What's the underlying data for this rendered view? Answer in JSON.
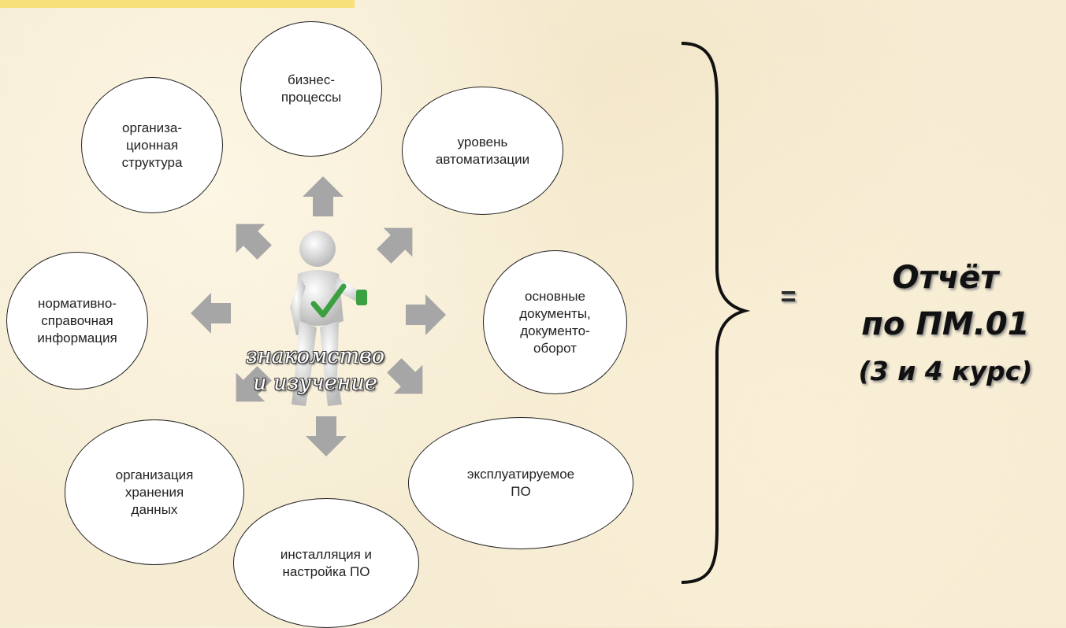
{
  "bubbles": {
    "business": "бизнес-\nпроцессы",
    "org_structure": "организа-\nционная\nструктура",
    "automation": "уровень\nавтоматизации",
    "normative": "нормативно-\nсправочная\nинформация",
    "documents": "основные\nдокументы,\nдокументо-\nоборот",
    "data_storage": "организация\nхранения\nданных",
    "software": "эксплуатируемое\nПО",
    "installation": "инсталляция и\nнастройка ПО"
  },
  "center": {
    "label": "знакомство\nи изучение"
  },
  "equals": "=",
  "result": {
    "line1": "Отчёт",
    "line2": "по ПМ.01",
    "line3": "(3 и 4 курс)"
  },
  "colors": {
    "arrow": "#a6a6a6",
    "check": "#3aa040",
    "background": "#f6ecd3"
  }
}
